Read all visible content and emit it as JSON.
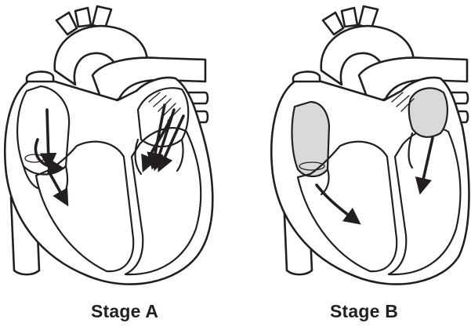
{
  "stages": [
    {
      "label": "Stage A",
      "valves": "open"
    },
    {
      "label": "Stage B",
      "valves": "closed"
    }
  ],
  "colors": {
    "outline": "#231f20",
    "chamber_fill": "#ffffff",
    "closed_chamber_shade": "#d9d9d9"
  }
}
